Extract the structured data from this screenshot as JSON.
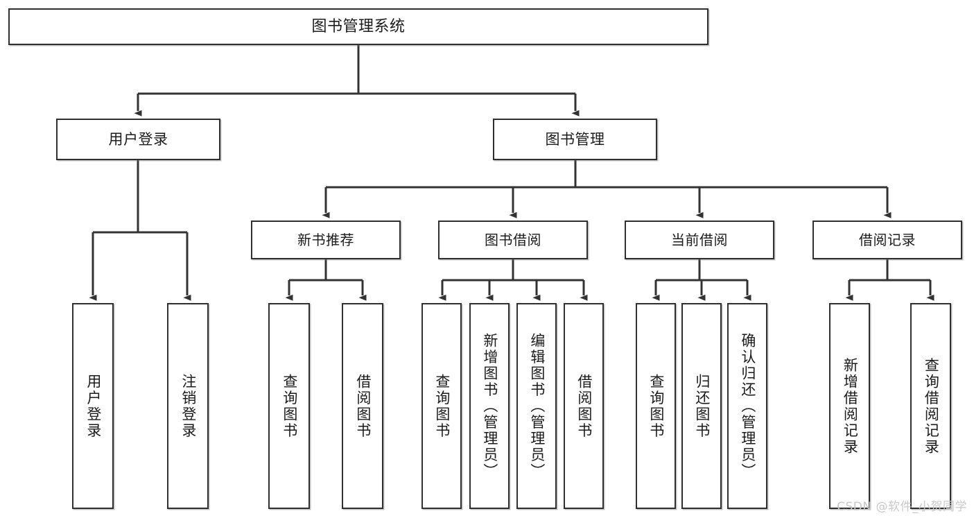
{
  "diagram": {
    "title": "图书管理系统",
    "type": "hierarchy-tree",
    "root": {
      "label": "图书管理系统"
    },
    "level2": [
      {
        "label": "用户登录"
      },
      {
        "label": "图书管理"
      }
    ],
    "level3": [
      {
        "label": "新书推荐"
      },
      {
        "label": "图书借阅"
      },
      {
        "label": "当前借阅"
      },
      {
        "label": "借阅记录"
      }
    ],
    "leaves": {
      "user_login": [
        {
          "label": "用户登录"
        },
        {
          "label": "注销登录"
        }
      ],
      "new_book_recommend": [
        {
          "label": "查询图书"
        },
        {
          "label": "借阅图书"
        }
      ],
      "book_borrow": [
        {
          "label": "查询图书"
        },
        {
          "label": "新增图书（管理员）"
        },
        {
          "label": "编辑图书（管理员）"
        },
        {
          "label": "借阅图书"
        }
      ],
      "current_borrow": [
        {
          "label": "查询图书"
        },
        {
          "label": "归还图书"
        },
        {
          "label": "确认归还（管理员）"
        }
      ],
      "borrow_record": [
        {
          "label": "新增借阅记录"
        },
        {
          "label": "查询借阅记录"
        }
      ]
    }
  },
  "watermark": {
    "text": "CSDN @软件_小贺同学"
  },
  "colors": {
    "background": "#ffffff",
    "border": "#2f2f2f",
    "text": "#1b1b1b",
    "connector": "#333333",
    "watermark": "#c9c9c9"
  }
}
